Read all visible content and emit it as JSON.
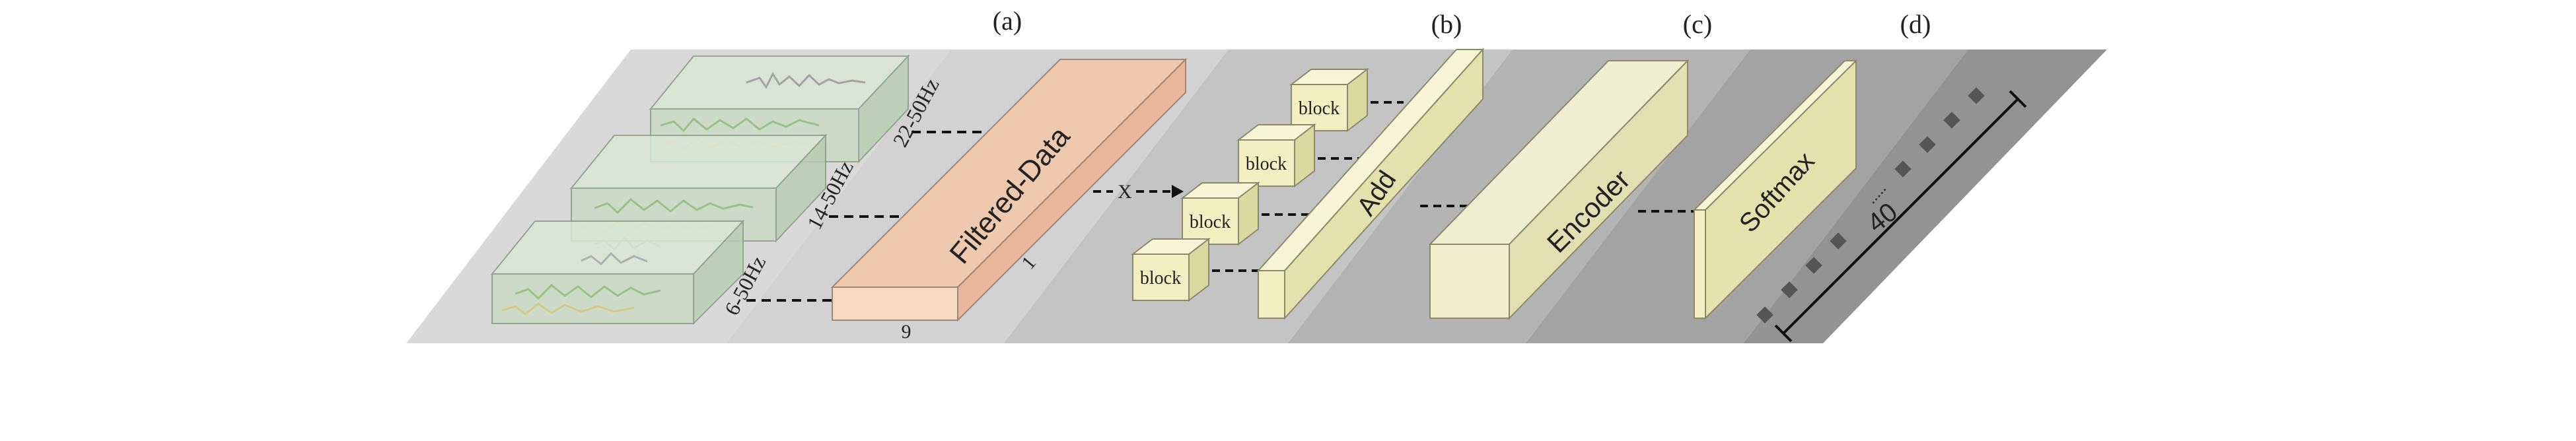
{
  "panel_labels": [
    "(a)",
    "(b)",
    "(c)",
    "(d)"
  ],
  "bands": [
    "6-50Hz",
    "14-50Hz",
    "22-50Hz"
  ],
  "filtered_block": {
    "label": "Filtered-Data",
    "depth_label": "1",
    "width_label": "9"
  },
  "arrow_label": "X",
  "blocks": [
    "block",
    "block",
    "block",
    "block"
  ],
  "add_label": "Add",
  "encoder_label": "Encoder",
  "softmax_label": "Softmax",
  "output": {
    "count_label": "40",
    "ellipsis": "....."
  },
  "colors": {
    "plane1": "#d9d9d9",
    "plane2": "#c4c4c4",
    "plane3": "#b0b0b0",
    "plane4": "#9c9c9c",
    "plane5": "#888888",
    "signal_box_fill": "#c9dcc5",
    "filtered_front": "#f7d9c2",
    "filtered_side": "#e8b69a",
    "yellow_front": "#f0f0c3",
    "yellow_side": "#d9d9a0",
    "dot": "#555555"
  }
}
